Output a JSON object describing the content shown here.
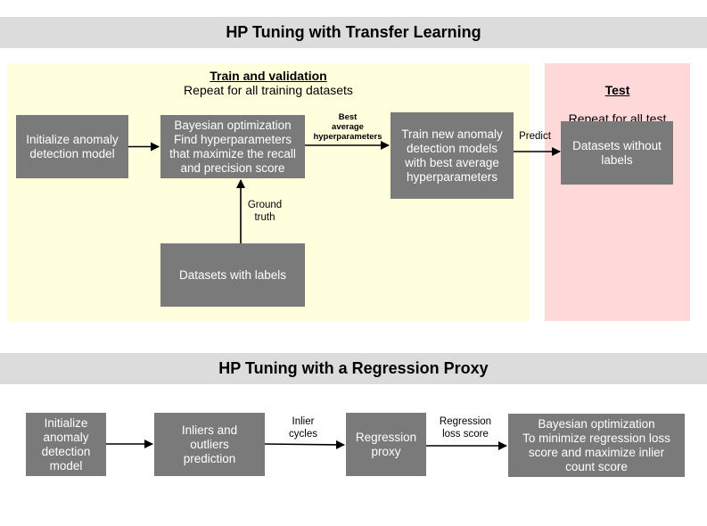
{
  "top": {
    "title": "HP Tuning with Transfer Learning",
    "train_region": {
      "heading": "Train and validation",
      "subtitle": "Repeat for all training datasets"
    },
    "test_region": {
      "heading": "Test",
      "subtitle": "Repeat for all test\ndatasets"
    },
    "boxes": {
      "init": "Initialize anomaly\ndetection model",
      "bayes": "Bayesian optimization\nFind hyperparameters\nthat maximize the recall\nand precision score",
      "train_new": "Train new anomaly\ndetection models\nwith best average\nhyperparameters",
      "no_labels": "Datasets without\nlabels",
      "with_labels": "Datasets with labels"
    },
    "labels": {
      "best_avg": "Best\naverage\nhyperparameters",
      "predict": "Predict",
      "ground_truth": "Ground\ntruth"
    },
    "colors": {
      "train_bg": "#ffffdd",
      "test_bg": "#ffd9d9",
      "box": "#7a7a7a"
    }
  },
  "bottom": {
    "title": "HP Tuning with a Regression Proxy",
    "boxes": {
      "init": "Initialize\nanomaly\ndetection\nmodel",
      "inliers": "Inliers and\noutliers\nprediction",
      "proxy": "Regression\nproxy",
      "bayes": "Bayesian optimization\nTo minimize regression loss\nscore and maximize inlier\ncount score"
    },
    "labels": {
      "inlier_cycles": "Inlier\ncycles",
      "reg_loss": "Regression\nloss score"
    }
  }
}
